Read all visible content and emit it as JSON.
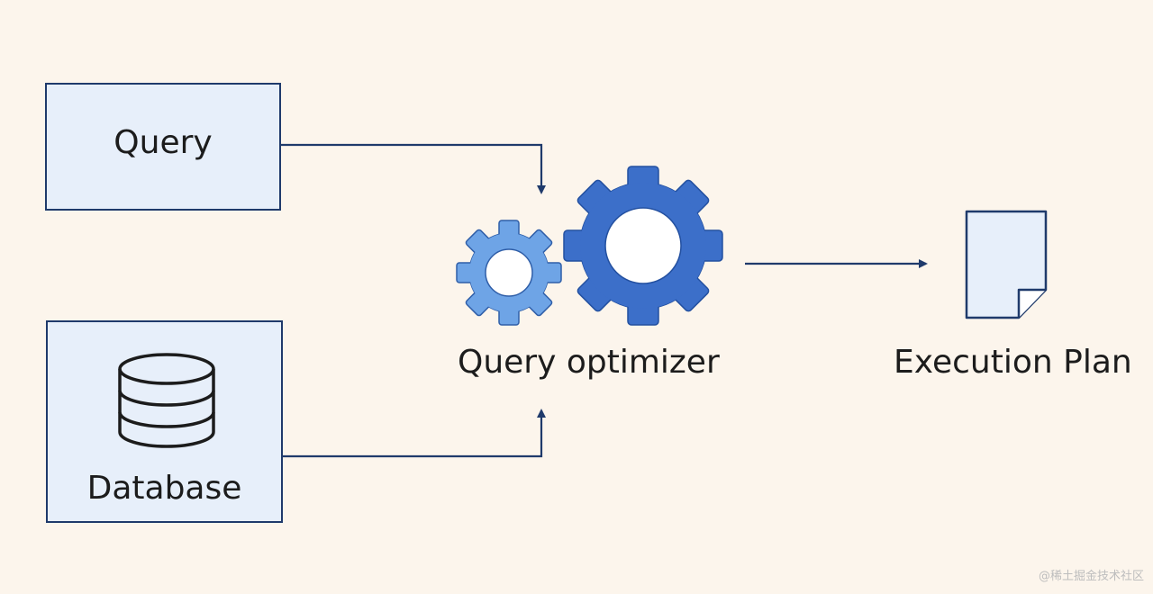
{
  "nodes": {
    "query": {
      "label": "Query"
    },
    "database": {
      "label": "Database"
    },
    "optimizer": {
      "label": "Query optimizer"
    },
    "plan": {
      "label": "Execution Plan"
    }
  },
  "watermark": "@稀土掘金技术社区",
  "colors": {
    "background": "#fcf5ec",
    "box_fill": "#e7effa",
    "stroke": "#1f3a6b",
    "gear_large": "#3c6fc9",
    "gear_small": "#6ea4e6"
  },
  "icons": [
    "database-icon",
    "small-gear-icon",
    "large-gear-icon",
    "document-icon"
  ]
}
